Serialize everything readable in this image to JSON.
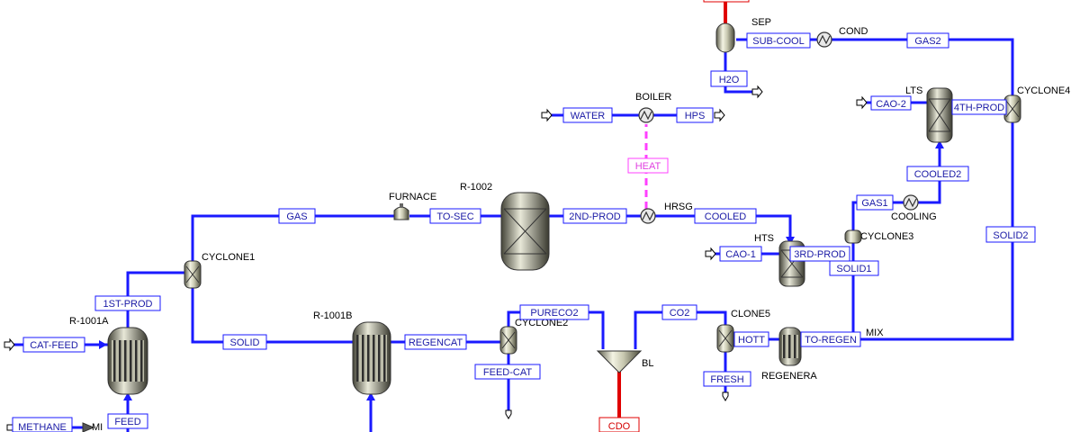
{
  "colors": {
    "material_stream": "#1a1aff",
    "heat_stream": "#ff40ff",
    "product_stream": "#e00000",
    "label_text": "#1a1aa6",
    "label_border": "#1a1aff"
  },
  "units": {
    "sep": "SEP",
    "cond": "COND",
    "boiler": "BOILER",
    "lts": "LTS",
    "cyclone4": "CYCLONE4",
    "furnace": "FURNACE",
    "r1002": "R-1002",
    "hrsg": "HRSG",
    "hts": "HTS",
    "cyclone3": "CYCLONE3",
    "cooling": "COOLING",
    "cyclone1": "CYCLONE1",
    "r1001a": "R-1001A",
    "r1001b": "R-1001B",
    "cyclone2": "CYCLONE2",
    "bl": "BL",
    "clone5": "CLONE5",
    "mix": "MIX",
    "regenera": "REGENERA",
    "mixer": "MI"
  },
  "streams": {
    "sub_cool": "SUB-COOL",
    "gas2": "GAS2",
    "h2o": "H2O",
    "water": "WATER",
    "hps": "HPS",
    "cao2": "CAO-2",
    "fourth_prod": "4TH-PROD",
    "heat": "HEAT",
    "cooled2": "COOLED2",
    "gas": "GAS",
    "to_sec": "TO-SEC",
    "second_prod": "2ND-PROD",
    "cooled": "COOLED",
    "gas1": "GAS1",
    "solid2": "SOLID2",
    "cao1": "CAO-1",
    "third_prod": "3RD-PROD",
    "solid1": "SOLID1",
    "first_prod": "1ST-PROD",
    "pureco2": "PURECO2",
    "co2": "CO2",
    "cat_feed": "CAT-FEED",
    "solid": "SOLID",
    "regencat": "REGENCAT",
    "hott": "HOTT",
    "to_regen": "TO-REGEN",
    "feed_cat": "FEED-CAT",
    "fresh": "FRESH",
    "feed": "FEED",
    "methane": "METHANE",
    "cdo": "CDO"
  }
}
